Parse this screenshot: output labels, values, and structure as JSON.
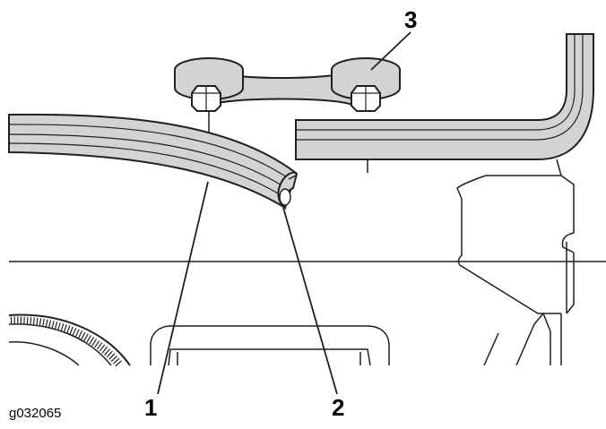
{
  "figure": {
    "id": "g032065",
    "callouts": [
      {
        "label": "1",
        "part": "edge-seal"
      },
      {
        "label": "2",
        "part": "seal-lip"
      },
      {
        "label": "3",
        "part": "bracket"
      }
    ]
  },
  "colors": {
    "part_fill": "#d1d3d4",
    "line": "#231f20",
    "background": "#ffffff"
  }
}
